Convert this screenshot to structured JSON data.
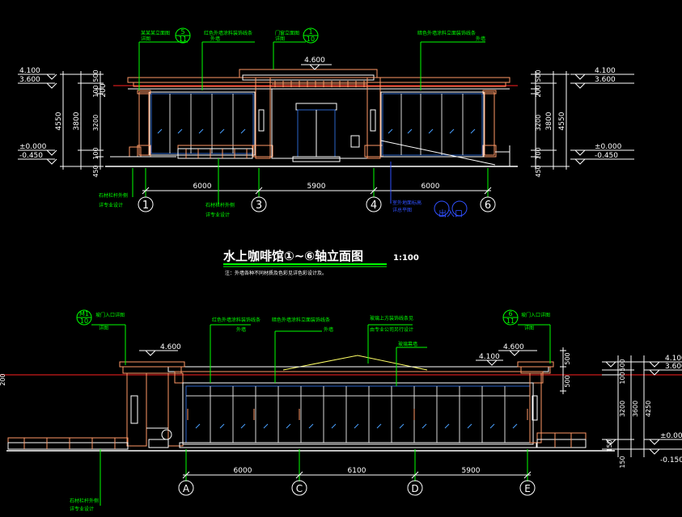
{
  "colors": {
    "background": "#000000",
    "building_outline": "#ffffff",
    "facade_trim": "#ff9966",
    "glazing": "#2a63c8",
    "glass_mullion": "#d8d8d8",
    "annotation": "#00ff00",
    "datum": "#ff2020",
    "roof_ridge": "#ffff66",
    "dimension": "#ffffff"
  },
  "elevation_top": {
    "title": "水上咖啡馆①~⑥轴立面图",
    "scale": "1:100",
    "note": "注：外墙各种不同材质及色彩见详色彩设计及。",
    "left_levels": [
      "4.100",
      "3.600",
      "±0.000",
      "-0.450"
    ],
    "right_levels": [
      "4.100",
      "3.600",
      "±0.000",
      "-0.450"
    ],
    "left_dims_inner": [
      "500",
      "100",
      "3200",
      "100",
      "450"
    ],
    "left_dims_middle": [
      "200",
      "3800"
    ],
    "left_dims_outer": "4550",
    "right_dims_inner": [
      "500",
      "200",
      "3200",
      "100",
      "450"
    ],
    "right_dims_middle": [
      "3800"
    ],
    "right_dims_outer": "4550",
    "top_level": "4.600",
    "bay_dims": [
      "6000",
      "5900",
      "6000"
    ],
    "axes": [
      "1",
      "3",
      "4",
      "6"
    ],
    "callouts": [
      {
        "text": "某某某立面图",
        "sub": "详图",
        "ref_top": "5",
        "ref_bot": "11"
      },
      {
        "text": "红色外墙涂料装饰线条",
        "sub": "外墙"
      },
      {
        "text": "门窗立面图",
        "sub": "详图",
        "ref_top": "1",
        "ref_bot": "10"
      },
      {
        "text": "暗色外墙涂料立面装饰线条",
        "sub": "外墙"
      }
    ],
    "bottom_notes": [
      {
        "line1": "石材栏杆外侧",
        "line2": "详专业设计"
      },
      {
        "line1": "石材栏杆外侧",
        "line2": "详专业设计"
      }
    ],
    "blue_note": {
      "line1": "室外地面标高",
      "line2": "详总平图",
      "sub": "出入口"
    }
  },
  "elevation_bottom": {
    "top_levels": [
      "4.600",
      "4.100",
      "4.600"
    ],
    "right_levels": [
      "4.100",
      "3.600",
      "±0.000",
      "-0.150"
    ],
    "right_dims_inner": [
      "500",
      "100",
      "3200",
      "150"
    ],
    "right_dims_middle": [
      "3600"
    ],
    "right_dims_outer": "4250",
    "roof_dim_right": "500",
    "left_cut_label": "200",
    "bay_dims": [
      "6000",
      "6100",
      "5900"
    ],
    "axes": [
      "A",
      "C",
      "D",
      "E"
    ],
    "callouts": [
      {
        "text": "坡门入口详图",
        "sub": "详图",
        "ref_top": "M1",
        "ref_bot": "10"
      },
      {
        "text": "红色外墙涂料装饰线条",
        "sub": "外墙"
      },
      {
        "text": "暗色外墙涂料立面装饰线条",
        "sub": "外墙"
      },
      {
        "text": "玻璃上方装饰线条见",
        "sub": "由专业公司另行设计"
      },
      {
        "text": "玻璃幕墙",
        "sub": ""
      },
      {
        "text": "坡门入口详图",
        "sub": "详图",
        "ref_top": "6",
        "ref_bot": "11"
      }
    ],
    "bottom_notes": [
      {
        "line1": "石材栏杆外侧",
        "line2": "详专业设计"
      }
    ]
  }
}
